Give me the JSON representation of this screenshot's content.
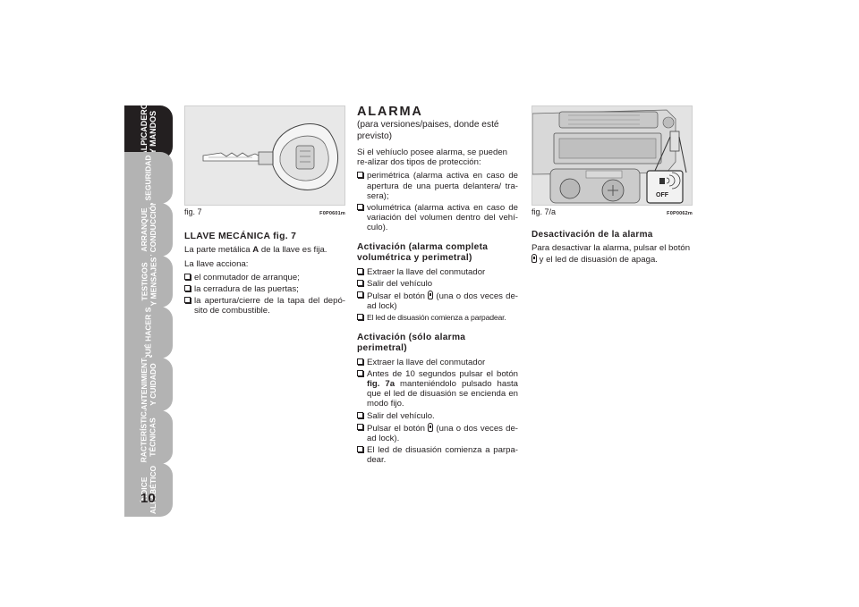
{
  "tabs": [
    {
      "line1": "SALPICADERO",
      "line2": "Y MANDOS",
      "active": true
    },
    {
      "line1": "SEGURIDAD",
      "line2": "",
      "active": false
    },
    {
      "line1": "ARRANQUE",
      "line2": "Y CONDUCCIÓN",
      "active": false
    },
    {
      "line1": "TESTIGOS",
      "line2": "Y MENSAJES",
      "active": false
    },
    {
      "line1": "QUÉ HACER SI",
      "line2": "",
      "active": false
    },
    {
      "line1": "MANTENIMIENTO",
      "line2": "Y CUIDADO",
      "active": false
    },
    {
      "line1": "CARACTERÍSTICAS",
      "line2": "TÉCNICAS",
      "active": false
    },
    {
      "line1": "ÍNDICE",
      "line2": "ALFABÉTICO",
      "active": false
    }
  ],
  "page_number": "10",
  "col1": {
    "fig_label": "fig. 7",
    "fig_code": "F0P0601m",
    "heading": "LLAVE MECÁNICA fig. 7",
    "p1_pre": "La parte metálica ",
    "p1_bold": "A",
    "p1_post": " de la llave es fija.",
    "p2": "La llave acciona:",
    "items": [
      "el conmutador de arranque;",
      "la cerradura de las puertas;",
      "la apertura/cierre de la tapa del depó-sito de combustible."
    ]
  },
  "col2": {
    "title": "ALARMA",
    "subtitle": "(para versiones/paises, donde esté previsto)",
    "intro": "Si el vehíuclo posee alarma, se pueden re-alizar dos tipos de protección:",
    "types": [
      "perimétrica (alarma activa en caso de apertura de una puerta delantera/ tra-sera);",
      "volumétrica (alarma activa en caso de variación del volumen dentro del vehí-culo)."
    ],
    "h_complete": "Activación (alarma completa volumétrica y perimetral)",
    "complete_item1": "Extraer la llave del conmutador",
    "complete_item2": "Salir del vehículo",
    "complete_item3_pre": "Pulsar el botón ",
    "complete_item3_post": " (una o dos veces de-ad lock)",
    "complete_item4": "El led de disuasión comienza a parpadear.",
    "h_perim": "Activación (sólo alarma perimetral)",
    "perim_item1": "Extraer la llave del conmutador",
    "perim_item2_pre": "Antes de 10 segundos pulsar el botón ",
    "perim_item2_bold": "fig. 7a",
    "perim_item2_post": " manteniéndolo pulsado hasta que el led de disuasión se encienda en modo fijo.",
    "perim_item3": "Salir del vehículo.",
    "perim_item4_pre": "Pulsar el botón ",
    "perim_item4_post": " (una o dos veces de-ad lock).",
    "perim_item5": "El led de disuasión comienza a parpa-dear."
  },
  "col3": {
    "fig_label": "fig. 7/a",
    "fig_code": "F0P0062m",
    "off_label": "OFF",
    "heading": "Desactivación de la alarma",
    "p_pre": "Para desactivar la alarma, pulsar el botón ",
    "p_post": " y el led de disuasión de apaga."
  },
  "colors": {
    "tab_inactive": "#b3b3b3",
    "tab_active": "#231f20",
    "figure_bg": "#e8e8e8"
  }
}
